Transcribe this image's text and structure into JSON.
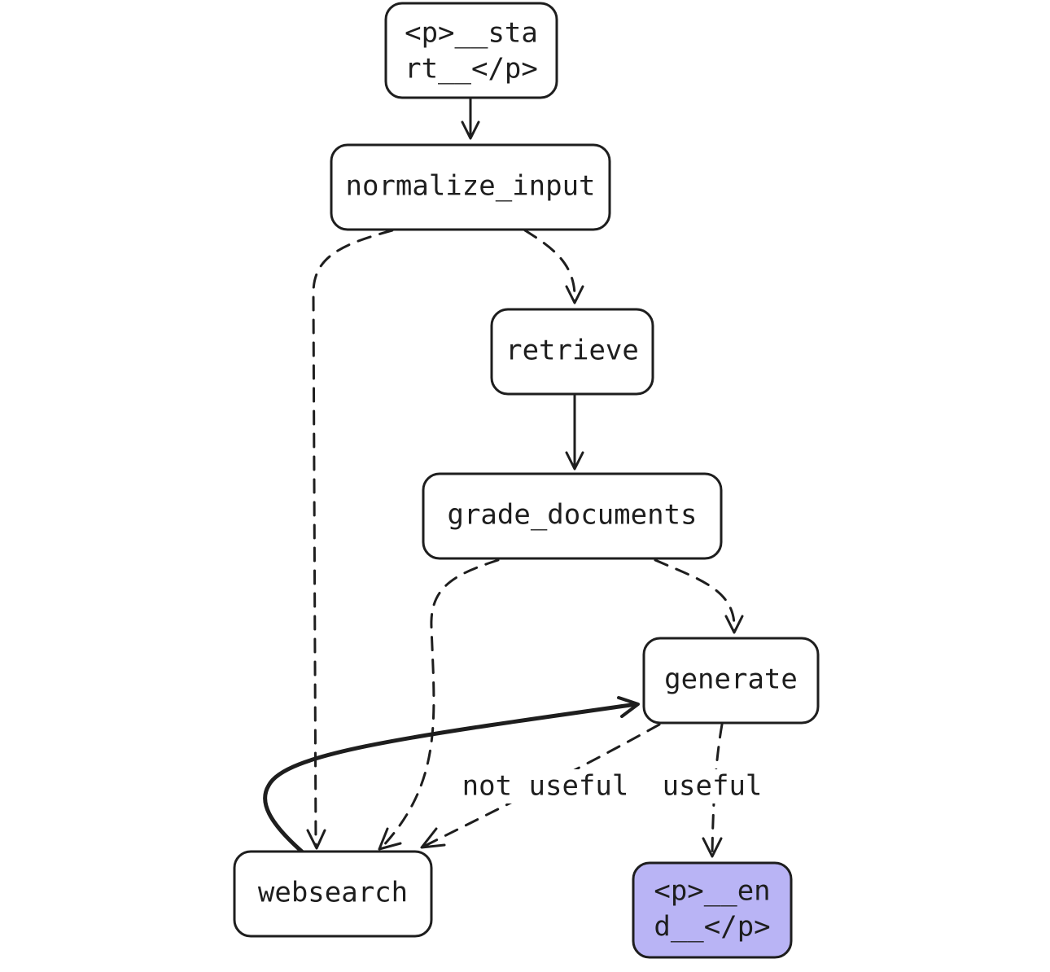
{
  "nodes": {
    "start": {
      "line1": "<p>__sta",
      "line2": "rt__</p>"
    },
    "normalize_input": {
      "label": "normalize_input"
    },
    "retrieve": {
      "label": "retrieve"
    },
    "grade_documents": {
      "label": "grade_documents"
    },
    "generate": {
      "label": "generate"
    },
    "websearch": {
      "label": "websearch"
    },
    "end": {
      "line1": "<p>__en",
      "line2": "d__</p>"
    }
  },
  "edges": {
    "not_useful": "not useful",
    "useful": "useful"
  },
  "colors": {
    "end_fill": "#b9b4f5",
    "stroke": "#1e1e1e"
  }
}
